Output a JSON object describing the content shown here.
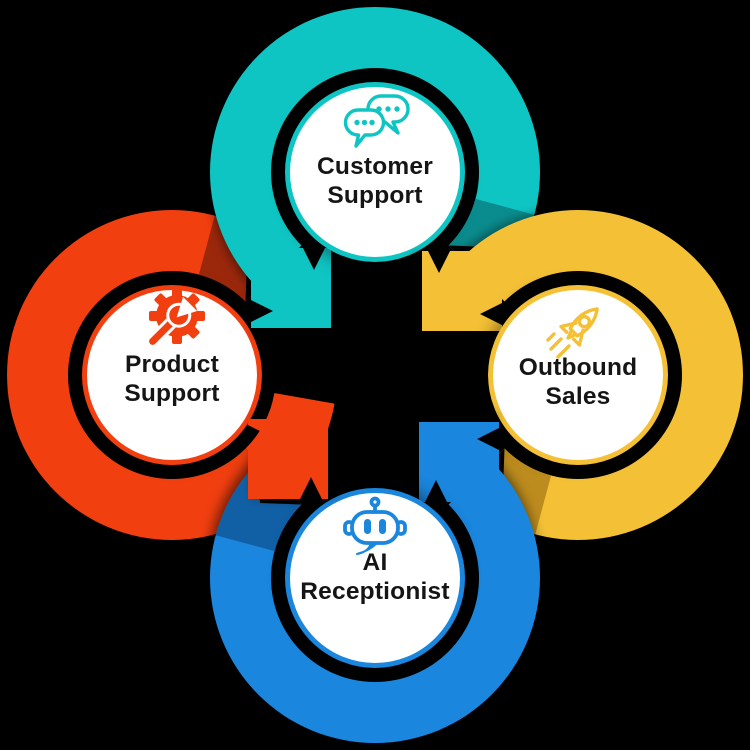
{
  "diagram": {
    "description": "Four interlocking circular arrows pointing into a central plus shape",
    "units": [
      {
        "id": "customer-support",
        "position": "top",
        "icon": "chat-bubbles-icon",
        "label_line1": "Customer",
        "label_line2": "Support",
        "color": "#0fc5c3",
        "color_dark": "#0a8c8e"
      },
      {
        "id": "outbound-sales",
        "position": "right",
        "icon": "rocket-icon",
        "label_line1": "Outbound",
        "label_line2": "Sales",
        "color": "#f4c136",
        "color_dark": "#bd8c1e"
      },
      {
        "id": "ai-receptionist",
        "position": "bottom",
        "icon": "robot-icon",
        "label_line1": "AI",
        "label_line2": "Receptionist",
        "color": "#1a86dd",
        "color_dark": "#1160a6"
      },
      {
        "id": "product-support",
        "position": "left",
        "icon": "gear-wrench-icon",
        "label_line1": "Product",
        "label_line2": "Support",
        "color": "#f23f10",
        "color_dark": "#9c280c"
      }
    ]
  },
  "colors": {
    "background": "#000000",
    "text": "#151515",
    "circle_fill": "#ffffff",
    "teal": "#0fc5c3",
    "teal_dark": "#0a8c8e",
    "yellow": "#f4c136",
    "yellow_dark": "#bd8c1e",
    "blue": "#1a86dd",
    "blue_dark": "#1160a6",
    "red": "#f23f10",
    "red_dark": "#9c280c"
  }
}
